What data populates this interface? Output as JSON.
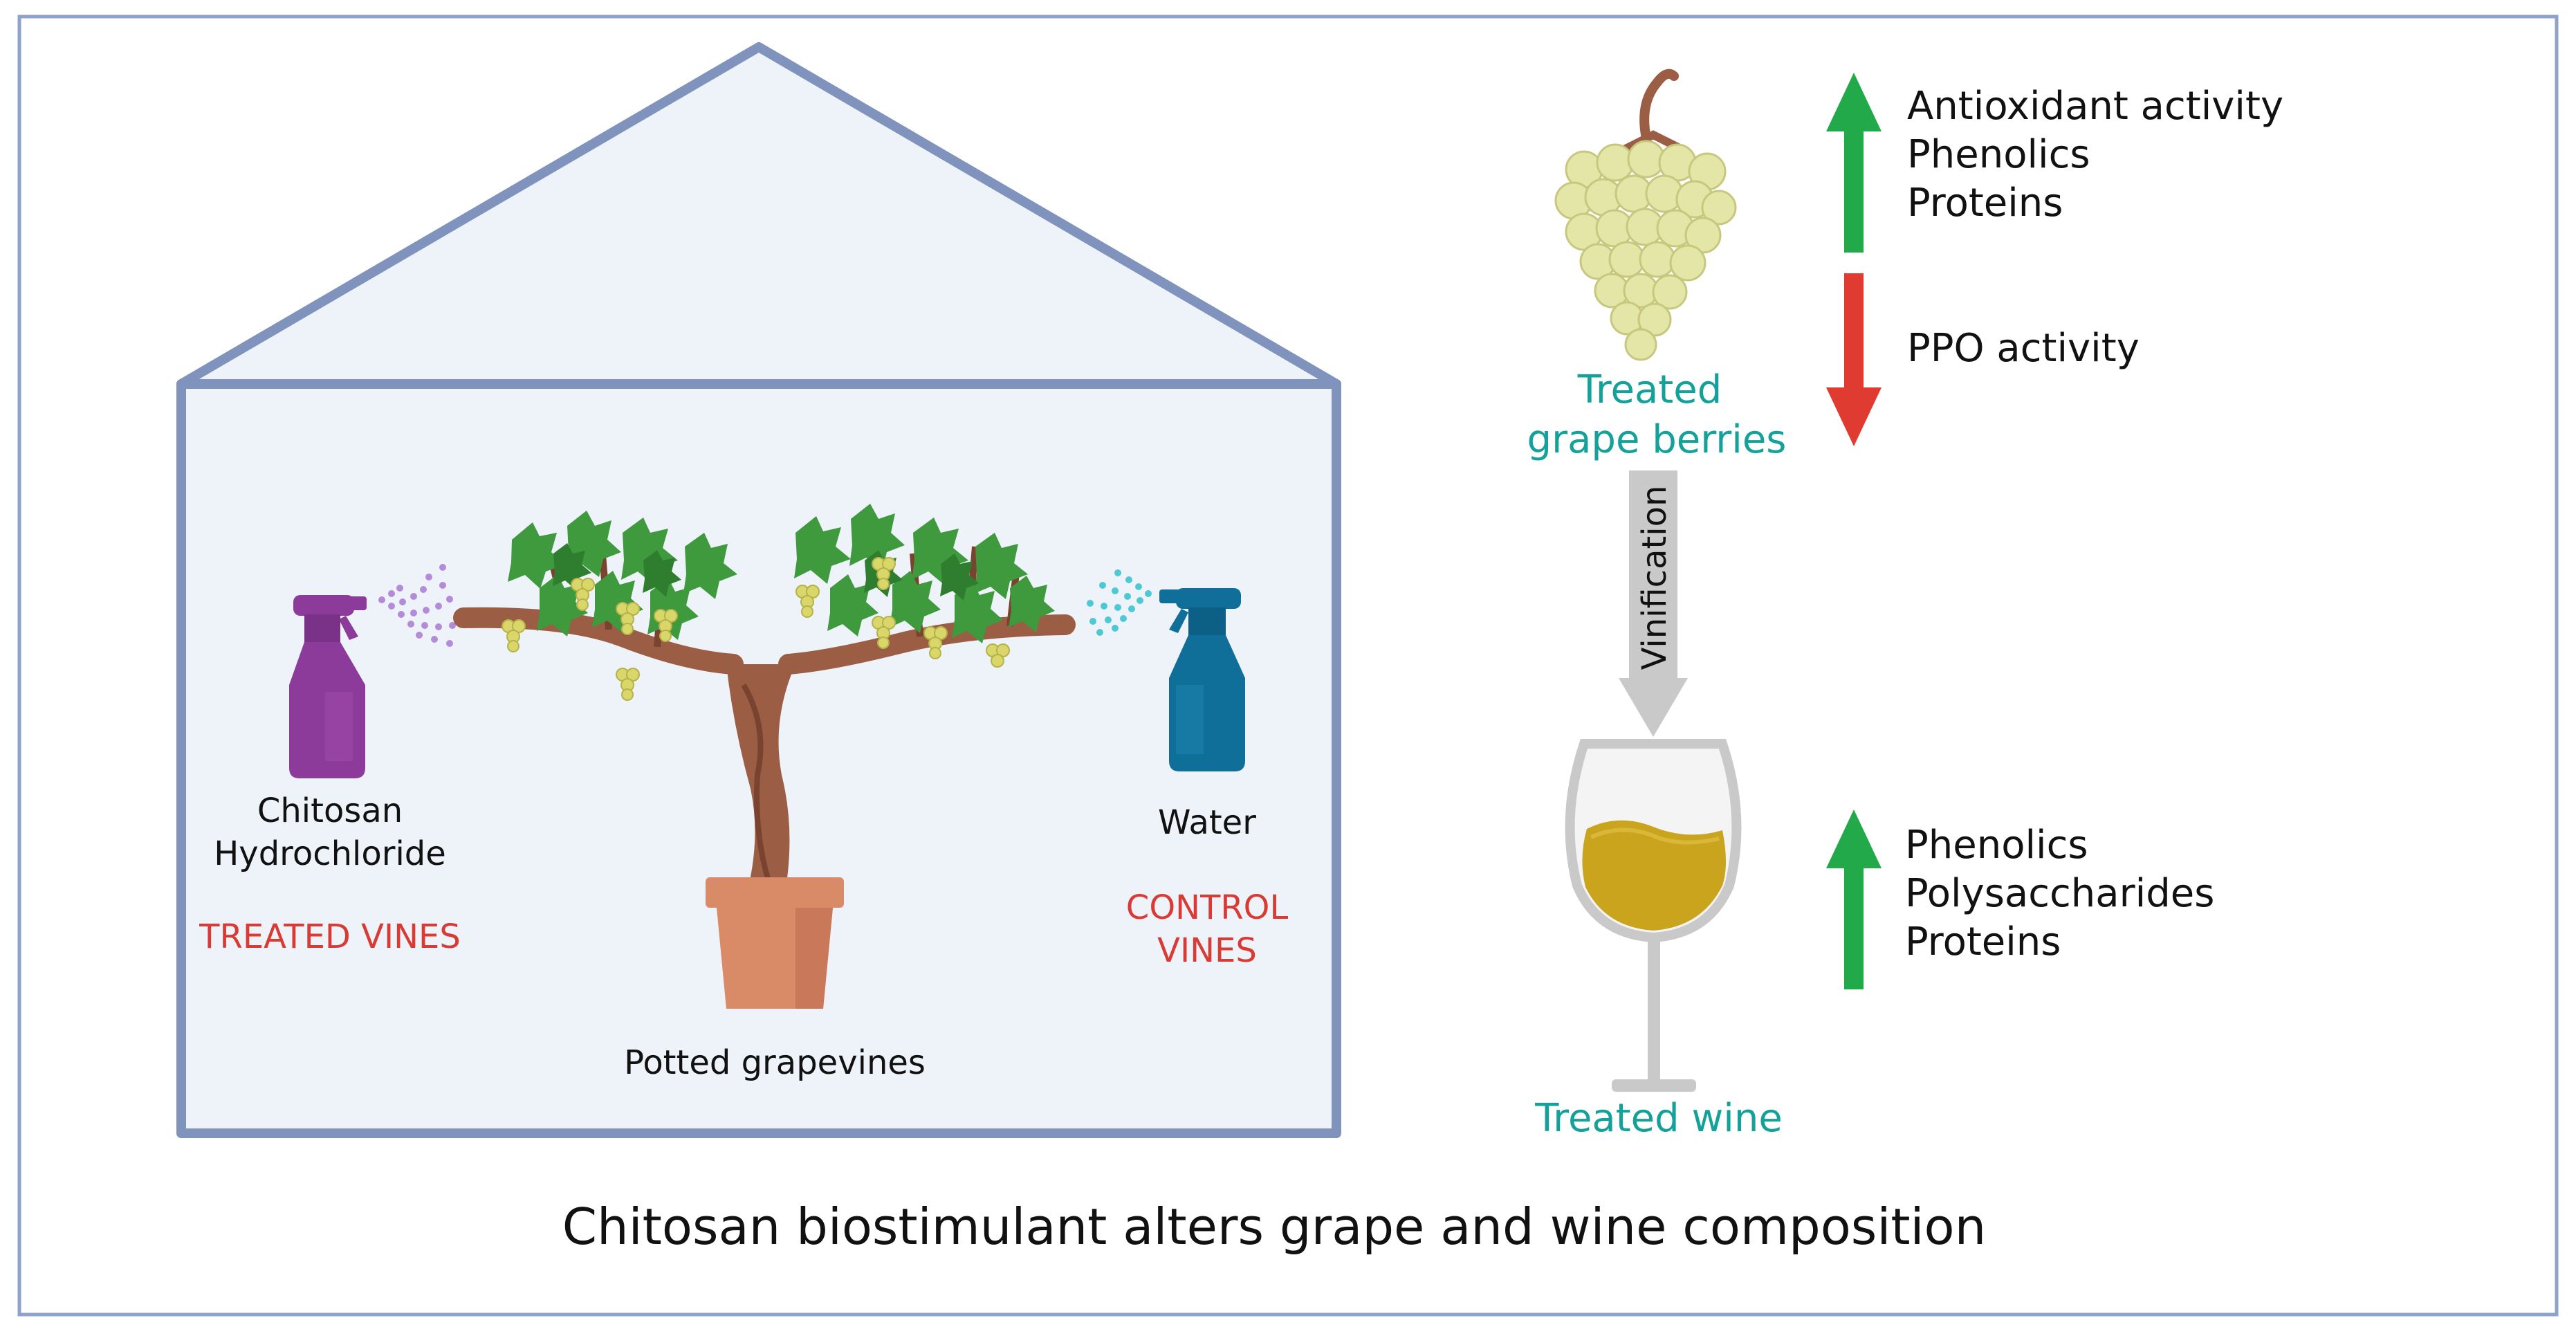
{
  "colors": {
    "frame": "#8ea3cc",
    "house_outline": "#7f93bd",
    "house_fill": "#eef2f9",
    "treated_bottle": "#8c3b9a",
    "control_bottle": "#0f6f99",
    "red_label": "#d93a34",
    "teal_label": "#13a19a",
    "arrow_up": "#22aa4a",
    "arrow_down": "#e03b30",
    "process_arrow": "#c9c9c9",
    "wine": "#c9a41c",
    "grape": "#e4e6a8",
    "pot": "#d98b67",
    "trunk": "#9b5e44",
    "leaf": "#3e9a3c"
  },
  "greenhouse": {
    "treated": {
      "product": [
        "Chitosan",
        "Hydrochloride"
      ],
      "group": "TREATED VINES",
      "icon": "spray-bottle-icon"
    },
    "control": {
      "product": "Water",
      "group": [
        "CONTROL",
        "VINES"
      ],
      "icon": "spray-bottle-icon"
    },
    "plant_label": "Potted grapevines"
  },
  "berries": {
    "label": [
      "Treated",
      "grape berries"
    ],
    "increased": [
      "Antioxidant activity",
      "Phenolics",
      "Proteins"
    ],
    "decreased": [
      "PPO activity"
    ]
  },
  "process": {
    "label": "Vinification"
  },
  "wine": {
    "label": "Treated wine",
    "increased": [
      "Phenolics",
      "Polysaccharides",
      "Proteins"
    ]
  },
  "caption": "Chitosan biostimulant alters grape and wine composition"
}
